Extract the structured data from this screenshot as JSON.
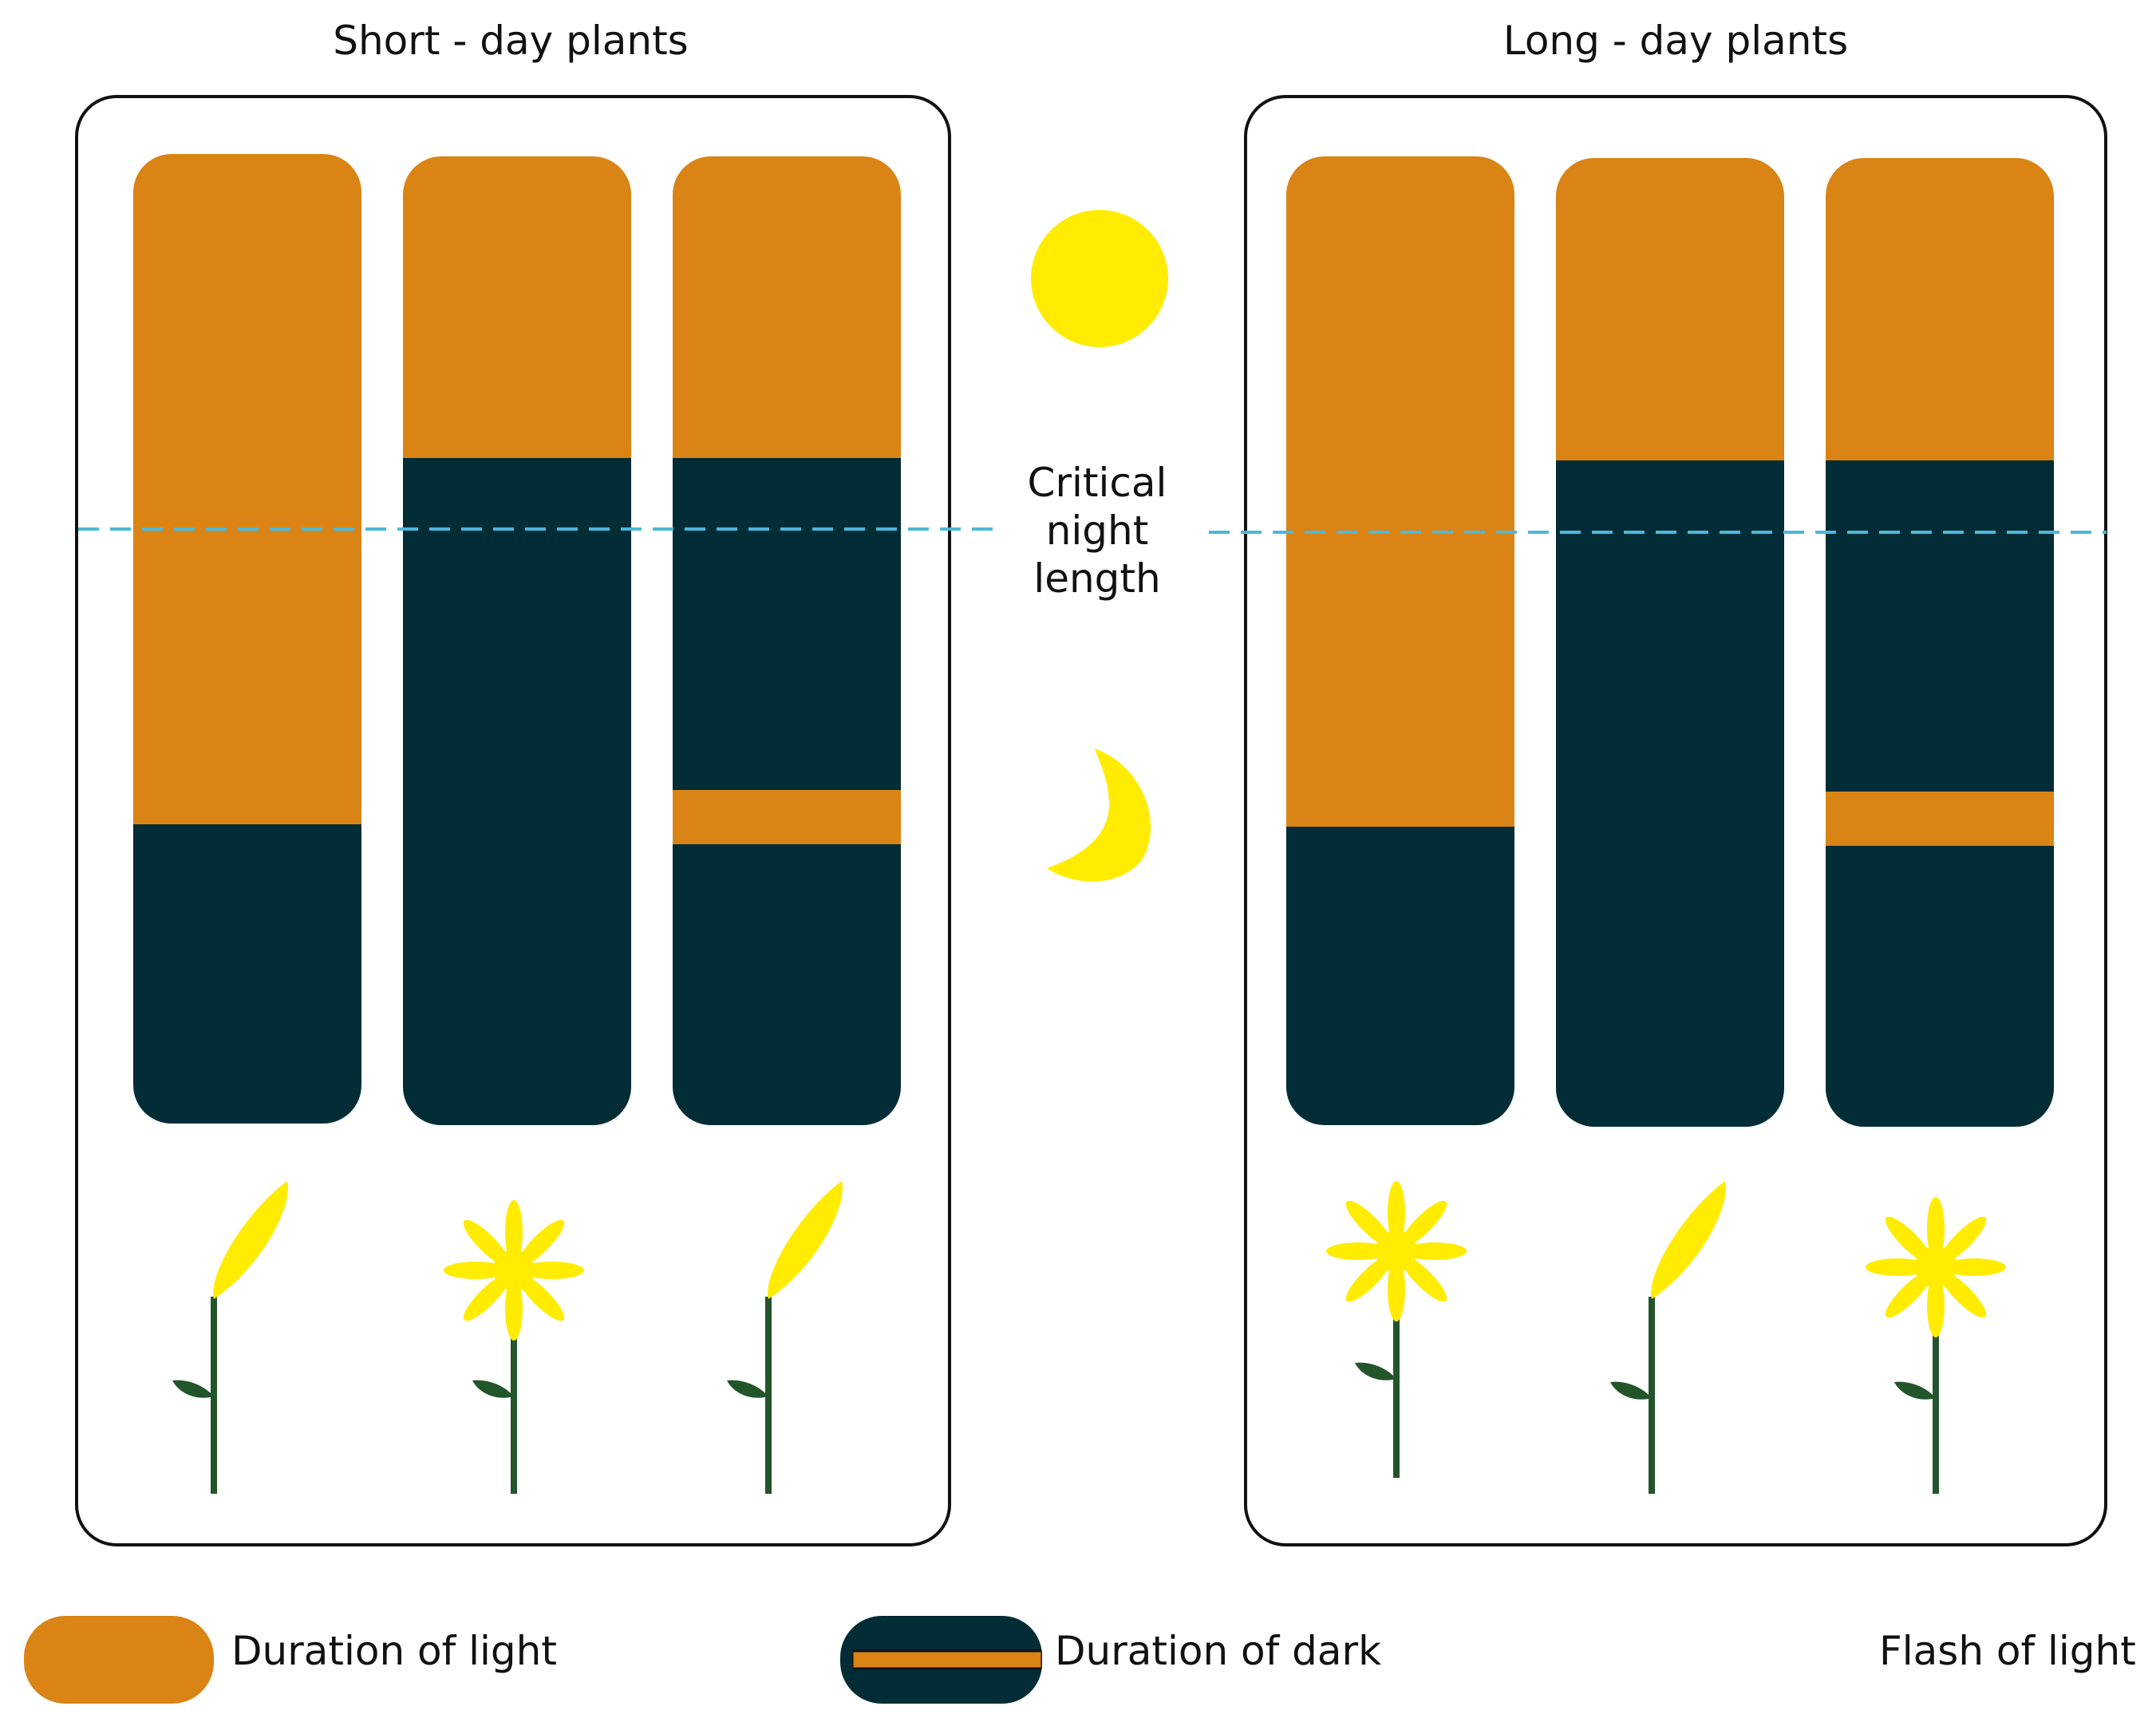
{
  "panels": {
    "short_day": {
      "title": "Short - day plants"
    },
    "long_day": {
      "title": "Long - day plants"
    }
  },
  "critical": {
    "line1": "Critical",
    "line2": "night",
    "line3": "length"
  },
  "legend": {
    "light": "Duration of light",
    "dark": "Duration of dark",
    "flash": "Flash of light"
  },
  "colors": {
    "light": "#D98415",
    "dark": "#022D36",
    "dash": "#4CB8D9",
    "flower": "#FFEC00",
    "stem": "#23552A",
    "outline": "#111111"
  },
  "icons": {
    "sun": "sun-icon",
    "moon": "crescent-moon-icon"
  }
}
